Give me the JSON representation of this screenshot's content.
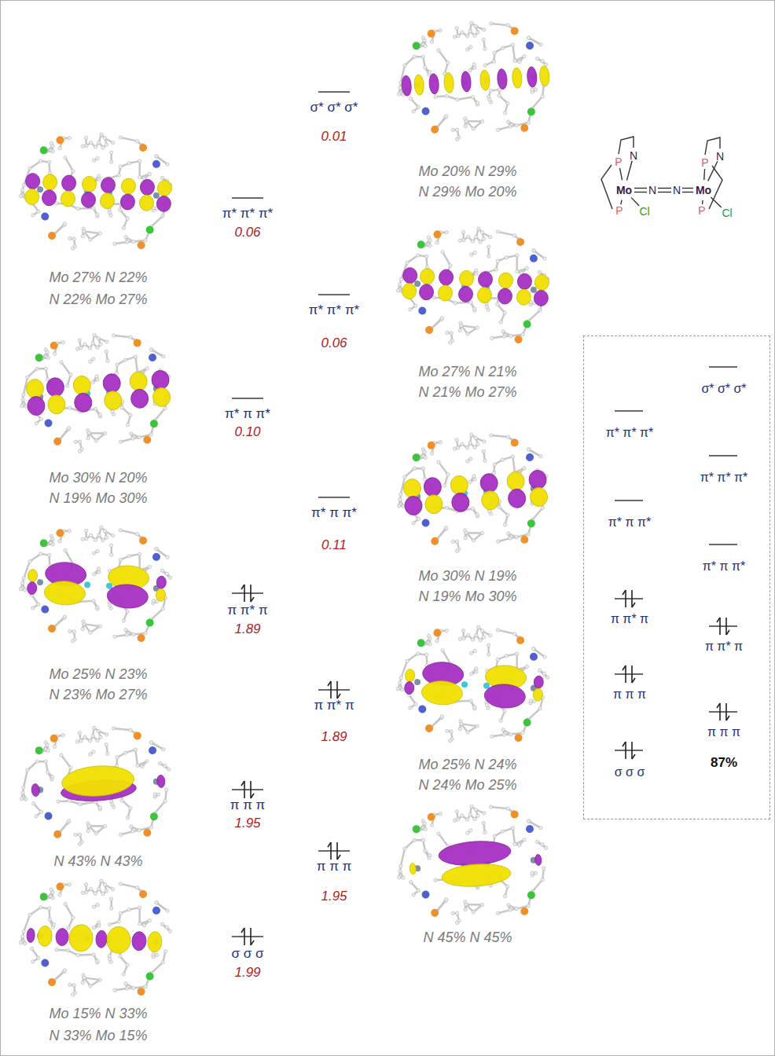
{
  "diagram": {
    "nodes": [
      {
        "text": [
          "π* π* π*",
          "π* π π*",
          "π π* π",
          "π π π",
          "σ σ σ",
          "σ* σ* σ*",
          "π* π* π*",
          "π* π π*",
          "π π* π",
          "π π π",
          "87%"
        ]
      }
    ],
    "labels": [
      "π* π* π*",
      "0.06",
      "Mo 27% N 22%",
      "N 22% Mo 27%",
      "π* π π*",
      "0.10",
      "Mo 30% N 20%",
      "N 19% Mo 30%",
      "π π* π",
      "1.89",
      "Mo 25% N 23%",
      "N 23% Mo 27%",
      "π π π",
      "1.95",
      "N 43% N 43%",
      "σ σ σ",
      "1.99",
      "Mo 15% N 33%",
      "N 33% Mo 15%",
      "σ* σ* σ*",
      "0.01",
      "Mo 20% N 29%",
      "N 29% Mo 20%",
      "π* π* π*",
      "0.06",
      "Mo 27% N 21%",
      "N 21% Mo 27%",
      "π* π π*",
      "0.11",
      "Mo 30% N 19%",
      "N 19% Mo 30%",
      "π π* π",
      "1.89",
      "Mo 25% N 24%",
      "N 24% Mo 25%",
      "π π π",
      "1.95",
      "N 45% N 45%",
      "P",
      "N",
      "P",
      "N",
      "Mo",
      "N",
      "N",
      "Mo",
      "P",
      "Cl",
      "P",
      "Cl"
    ]
  }
}
